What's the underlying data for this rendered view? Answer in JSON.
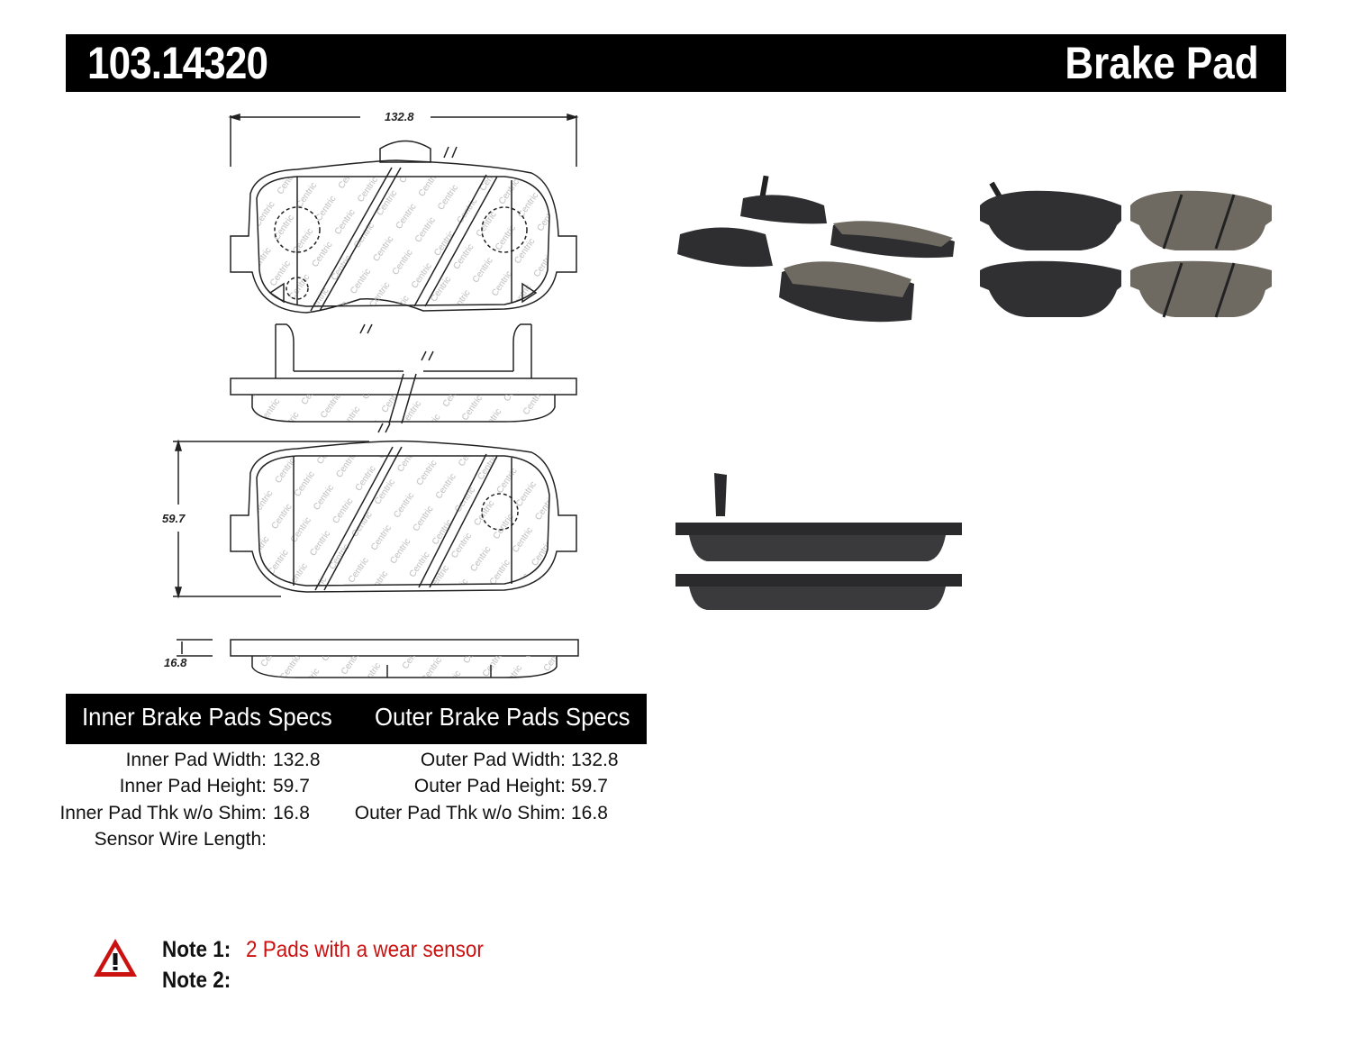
{
  "header": {
    "part_number": "103.14320",
    "product_type": "Brake Pad"
  },
  "drawing": {
    "width_label": "132.8",
    "height_label": "59.7",
    "thickness_label": "16.8",
    "brand_watermark": "Centric"
  },
  "specs": {
    "inner_title": "Inner Brake Pads Specs",
    "outer_title": "Outer Brake Pads Specs",
    "inner": [
      {
        "label": "Inner Pad Width:",
        "value": "132.8"
      },
      {
        "label": "Inner Pad Height:",
        "value": "59.7"
      },
      {
        "label": "Inner Pad Thk w/o Shim:",
        "value": "16.8"
      },
      {
        "label": "Sensor Wire Length:",
        "value": ""
      }
    ],
    "outer": [
      {
        "label": "Outer Pad Width:",
        "value": "132.8"
      },
      {
        "label": "Outer Pad Height:",
        "value": "59.7"
      },
      {
        "label": "Outer Pad Thk w/o Shim:",
        "value": "16.8"
      }
    ]
  },
  "notes": [
    {
      "label": "Note 1:",
      "value": "2 Pads with a wear sensor"
    },
    {
      "label": "Note 2:",
      "value": ""
    }
  ],
  "colors": {
    "header_bg": "#000000",
    "note_text": "#cc1111",
    "warning_icon": "#cc1111",
    "pad_backing": "#2e2e30",
    "pad_friction": "#6e6a62"
  },
  "icons": {
    "warning": "warning-triangle-icon"
  }
}
